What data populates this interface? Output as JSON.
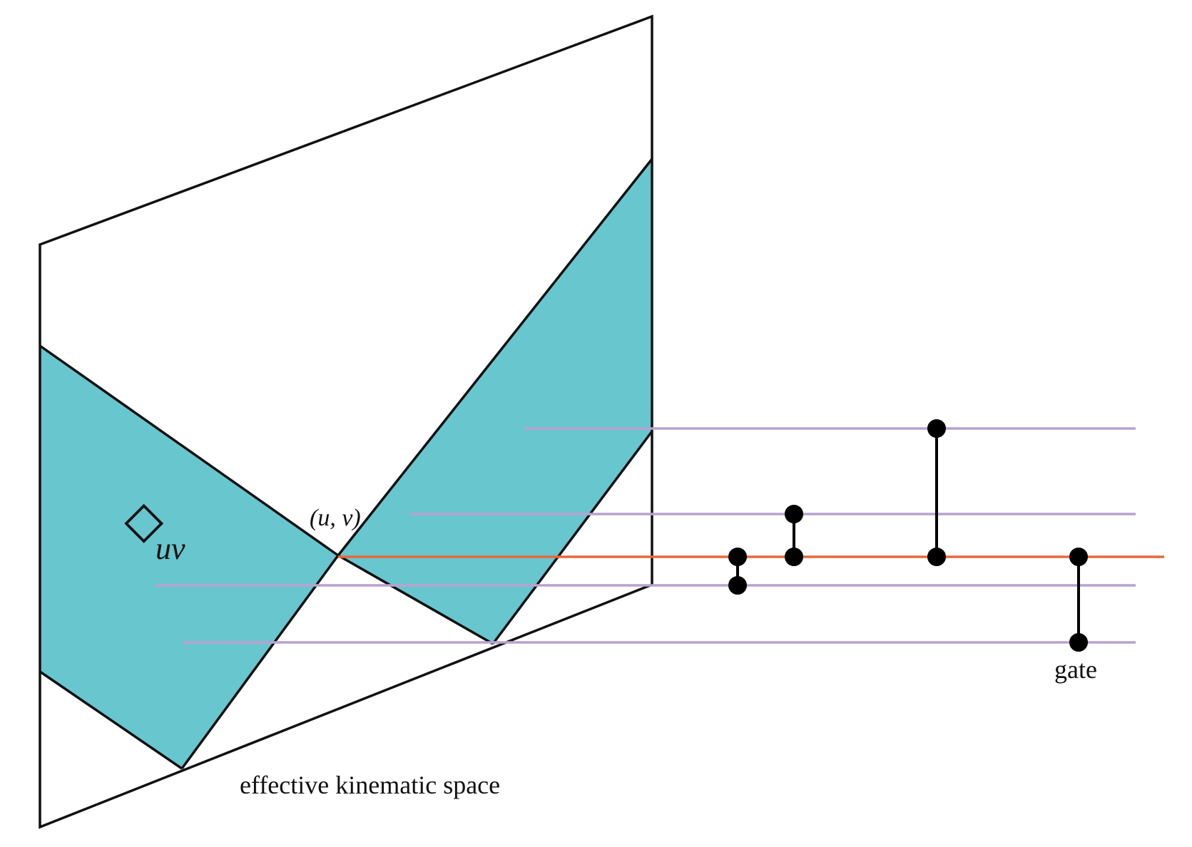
{
  "labels": {
    "diamond_symbol": "◇",
    "diamond_subscript": "uv",
    "point": "(u, v)",
    "gate": "gate",
    "space": "effective kinematic space"
  },
  "colors": {
    "region_fill": "#68c6cf",
    "outline": "#111111",
    "qubit_line": "#b9a2cf",
    "highlight_line": "#e8683a",
    "gate": "#000000"
  },
  "qubit_wires": 4,
  "highlight_wires": 1,
  "gates": 4
}
